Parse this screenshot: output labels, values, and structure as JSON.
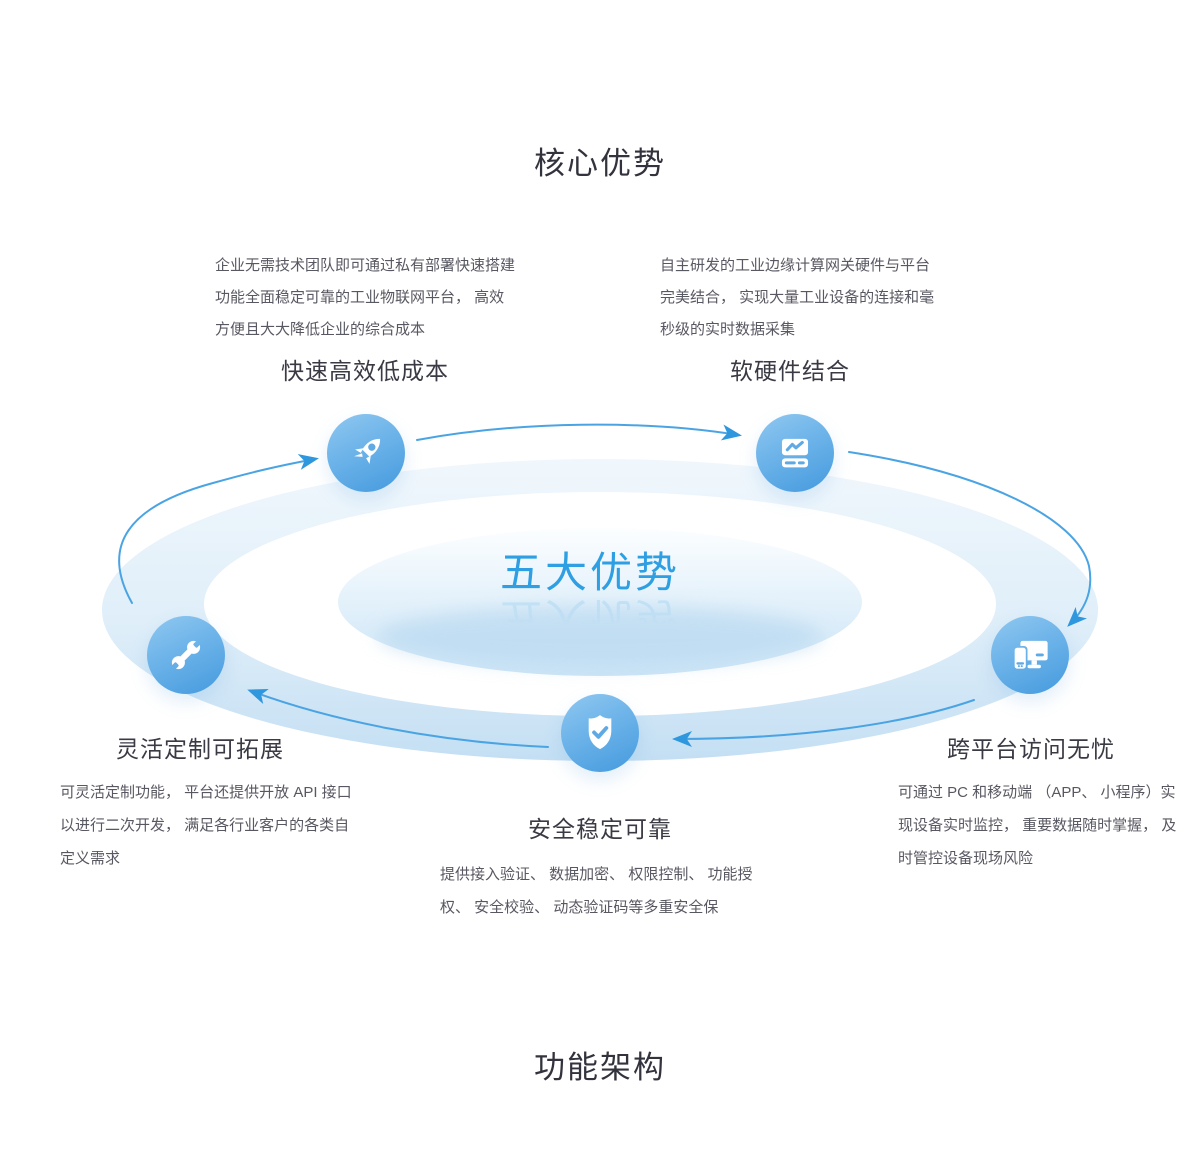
{
  "page": {
    "section_title_top": "核心优势",
    "section_title_bottom": "功能架构",
    "center_label": "五大优势"
  },
  "features": [
    {
      "label": "快速高效低成本",
      "desc": "企业无需技术团队即可通过私有部署快速搭建功能全面稳定可靠的工业物联网平台， 高效方便且大大降低企业的综合成本",
      "icon": "rocket-icon"
    },
    {
      "label": "软硬件结合",
      "desc": "自主研发的工业边缘计算网关硬件与平台完美结合， 实现大量工业设备的连接和毫秒级的实时数据采集",
      "icon": "gateway-icon"
    },
    {
      "label": "灵活定制可拓展",
      "desc": "可灵活定制功能， 平台还提供开放 API 接口以进行二次开发， 满足各行业客户的各类自定义需求",
      "icon": "wrench-icon"
    },
    {
      "label": "安全稳定可靠",
      "desc": "提供接入验证、 数据加密、 权限控制、 功能授权、 安全校验、 动态验证码等多重安全保",
      "icon": "shield-check-icon"
    },
    {
      "label": "跨平台访问无忧",
      "desc": "可通过 PC 和移动端 （APP、 小程序）实现设备实时监控， 重要数据随时掌握， 及时管控设备现场风险",
      "icon": "devices-icon"
    }
  ],
  "colors": {
    "accent_blue": "#2d9fe2",
    "arrow_blue": "#4aa4e3",
    "icon_gradient_start": "#90c8f0",
    "icon_gradient_end": "#459ade",
    "title_text": "#33333d",
    "body_text": "#585862",
    "disc_light": "#e8f3fb",
    "disc_deep": "#bedcf2"
  }
}
